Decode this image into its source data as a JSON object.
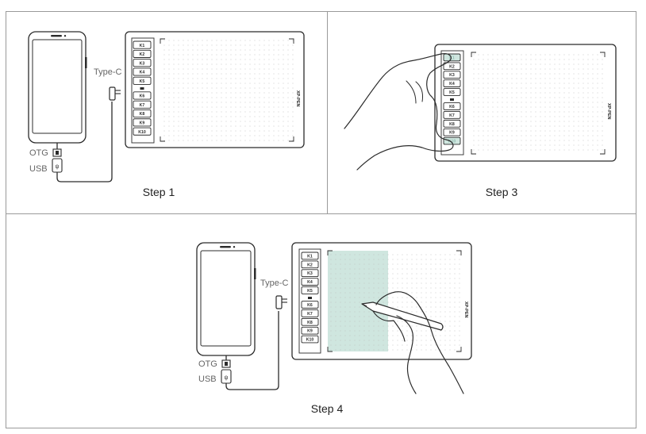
{
  "steps": [
    {
      "caption": "Step 1"
    },
    {
      "caption": "Step 3"
    },
    {
      "caption": "Step 4"
    }
  ],
  "labels": {
    "type_c": "Type-C",
    "otg": "OTG",
    "usb": "USB"
  },
  "keys": [
    "K1",
    "K2",
    "K3",
    "K4",
    "K5",
    "K6",
    "K7",
    "K8",
    "K9",
    "K10"
  ],
  "brand_logo": "XP-PEN",
  "colors": {
    "outline": "#2b2b2b",
    "panel_border": "#9a9a9a",
    "active_area": "#cfe6df",
    "highlight_key": "#cfe6df"
  }
}
